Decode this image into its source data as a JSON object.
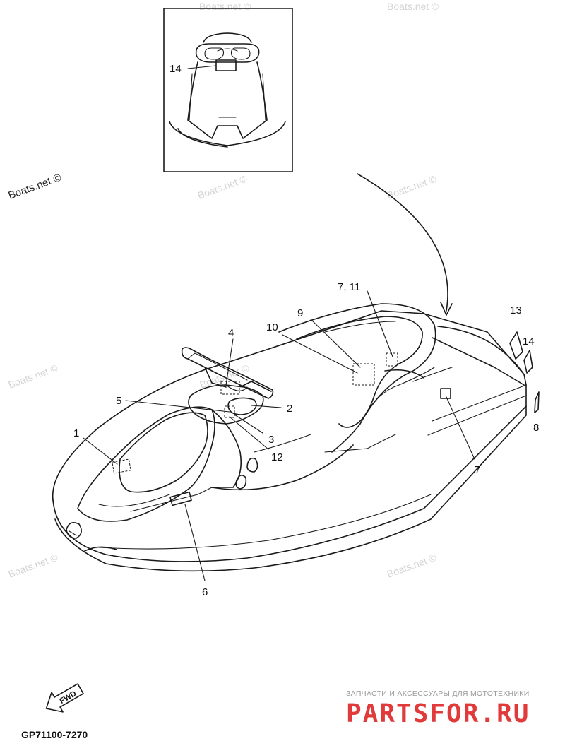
{
  "watermarks": {
    "top": "Boats.net ©",
    "top_right": "Boats.net ©",
    "left_main": "Boats.net ©",
    "upper_mid": "Boats.net ©",
    "upper_right": "Boats.net ©",
    "mid_left": "Boats.net ©",
    "mid_center": "Boats.net ©",
    "lower_left": "Boats.net ©",
    "lower_right": "Boats.net ©"
  },
  "callouts": {
    "c1": "1",
    "c2": "2",
    "c3": "3",
    "c4": "4",
    "c5": "5",
    "c6": "6",
    "c7_main": "7",
    "c7_11": "7, 11",
    "c8": "8",
    "c9": "9",
    "c10": "10",
    "c12": "12",
    "c13": "13",
    "c14_right": "14",
    "c14_inset": "14"
  },
  "fwd_badge": "FWD",
  "part_code": "GP71100-7270",
  "brand": {
    "tagline": "ЗАПЧАСТИ И АКСЕССУАРЫ ДЛЯ МОТОТЕХНИКИ",
    "word_a": "PARTS",
    "word_b": "FOR.RU",
    "color_a": "#e03a3a",
    "color_b": "#e03a3a"
  }
}
